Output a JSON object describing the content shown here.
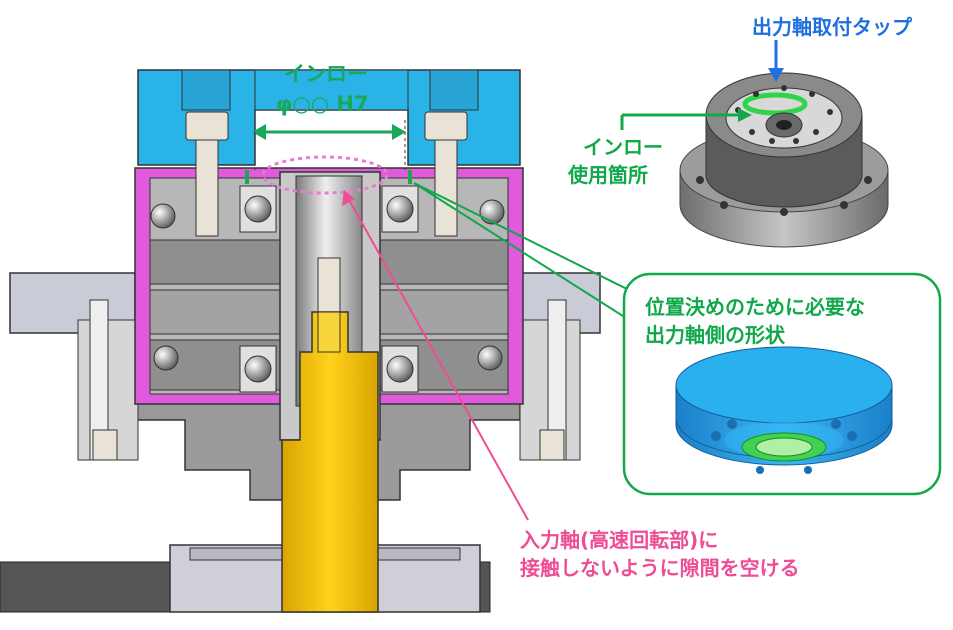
{
  "labels": {
    "spigot": "インロー",
    "spigot_dim": "φ○○ H7",
    "output_tap": "出力軸取付タップ",
    "spigot_use_1": "インロー",
    "spigot_use_2": "使用箇所",
    "shape_line_1": "位置決めのために必要な",
    "shape_line_2": "出力軸側の形状",
    "gap_line_1": "入力軸(高速回転部)に",
    "gap_line_2": "接触しないように隙間を空ける"
  },
  "colors": {
    "cyan_part": "#2ab3e6",
    "magenta_part": "#e05bdc",
    "gray_part": "#8f8f8f",
    "light_gray": "#d2d2d2",
    "shaft_yellow": "#f2c012",
    "label_green": "#10a84a",
    "label_blue": "#1f6fe0",
    "label_pink": "#ee4d95"
  }
}
